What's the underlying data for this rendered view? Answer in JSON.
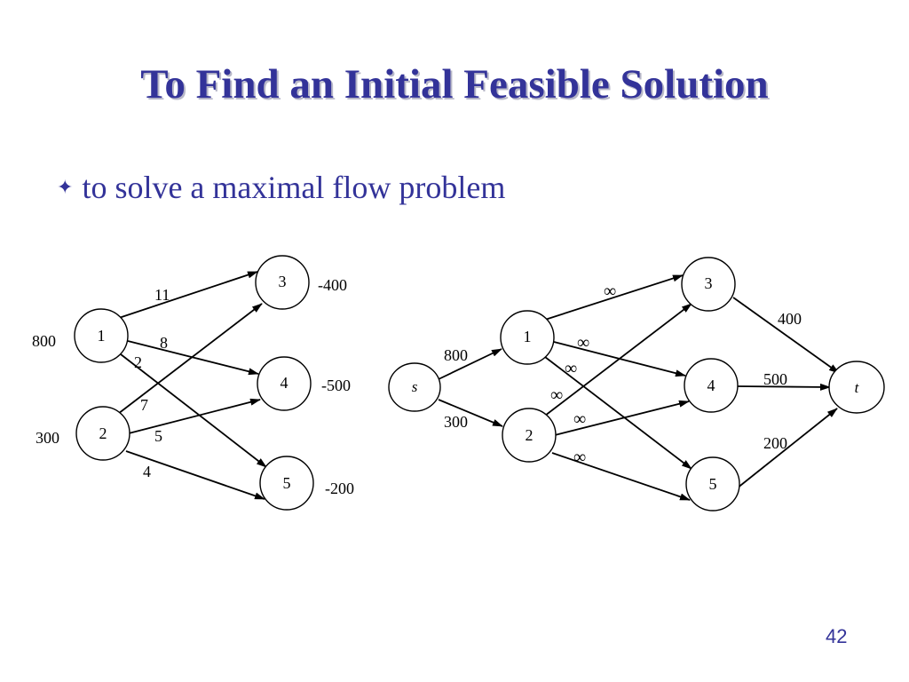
{
  "slide": {
    "title": "To Find an Initial Feasible Solution",
    "bullet": {
      "marker": "✦",
      "text": "to solve a maximal flow problem"
    },
    "page_number": "42"
  },
  "diagrams": {
    "left": {
      "nodes": [
        {
          "id": "1",
          "label": "1",
          "supply": "800"
        },
        {
          "id": "2",
          "label": "2",
          "supply": "300"
        },
        {
          "id": "3",
          "label": "3",
          "demand": "-400"
        },
        {
          "id": "4",
          "label": "4",
          "demand": "-500"
        },
        {
          "id": "5",
          "label": "5",
          "demand": "-200"
        }
      ],
      "edges": [
        {
          "from": "1",
          "to": "3",
          "label": "11"
        },
        {
          "from": "1",
          "to": "4",
          "label": "8"
        },
        {
          "from": "1",
          "to": "5",
          "label": "2"
        },
        {
          "from": "2",
          "to": "3",
          "label": "7"
        },
        {
          "from": "2",
          "to": "4",
          "label": "5"
        },
        {
          "from": "2",
          "to": "5",
          "label": "4"
        }
      ]
    },
    "right": {
      "nodes": [
        {
          "id": "s",
          "label": "s"
        },
        {
          "id": "1",
          "label": "1"
        },
        {
          "id": "2",
          "label": "2"
        },
        {
          "id": "3",
          "label": "3"
        },
        {
          "id": "4",
          "label": "4"
        },
        {
          "id": "5",
          "label": "5"
        },
        {
          "id": "t",
          "label": "t"
        }
      ],
      "edges": [
        {
          "from": "s",
          "to": "1",
          "label": "800"
        },
        {
          "from": "s",
          "to": "2",
          "label": "300"
        },
        {
          "from": "1",
          "to": "3",
          "label": "∞"
        },
        {
          "from": "1",
          "to": "4",
          "label": "∞"
        },
        {
          "from": "1",
          "to": "5",
          "label": "∞"
        },
        {
          "from": "2",
          "to": "3",
          "label": "∞"
        },
        {
          "from": "2",
          "to": "4",
          "label": "∞"
        },
        {
          "from": "2",
          "to": "5",
          "label": "∞"
        },
        {
          "from": "3",
          "to": "t",
          "label": "400"
        },
        {
          "from": "4",
          "to": "t",
          "label": "500"
        },
        {
          "from": "5",
          "to": "t",
          "label": "200"
        }
      ]
    }
  }
}
